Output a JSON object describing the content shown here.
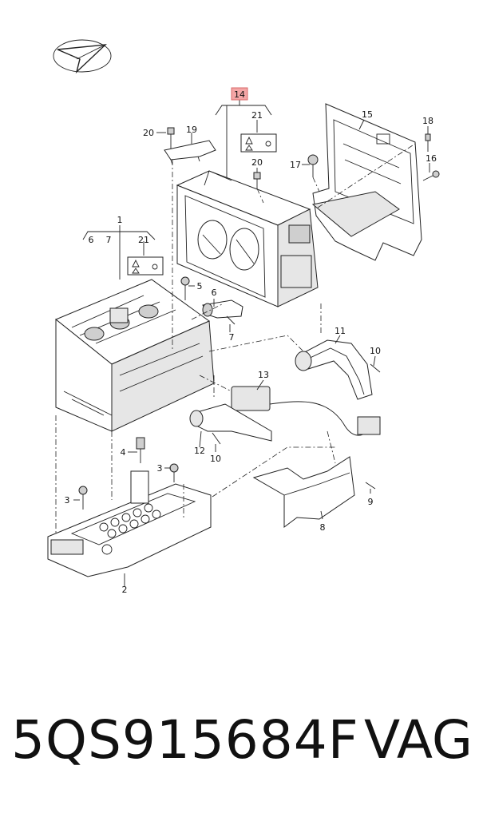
{
  "callouts": {
    "c1": "1",
    "c2": "2",
    "c3a": "3",
    "c3b": "3",
    "c4": "4",
    "c5": "5",
    "c6a": "6",
    "c6b": "6",
    "c7a": "7",
    "c7b": "7",
    "c8": "8",
    "c9": "9",
    "c10a": "10",
    "c10b": "10",
    "c11": "11",
    "c12": "12",
    "c13": "13",
    "c14": "14",
    "c15": "15",
    "c16": "16",
    "c17": "17",
    "c18": "18",
    "c19": "19",
    "c20a": "20",
    "c20b": "20",
    "c21a": "21",
    "c21b": "21"
  },
  "footer": {
    "part_number": "5QS915684F",
    "brand": "VAG"
  },
  "colors": {
    "highlight_box": "#f4a6a6",
    "line": "#222222"
  }
}
